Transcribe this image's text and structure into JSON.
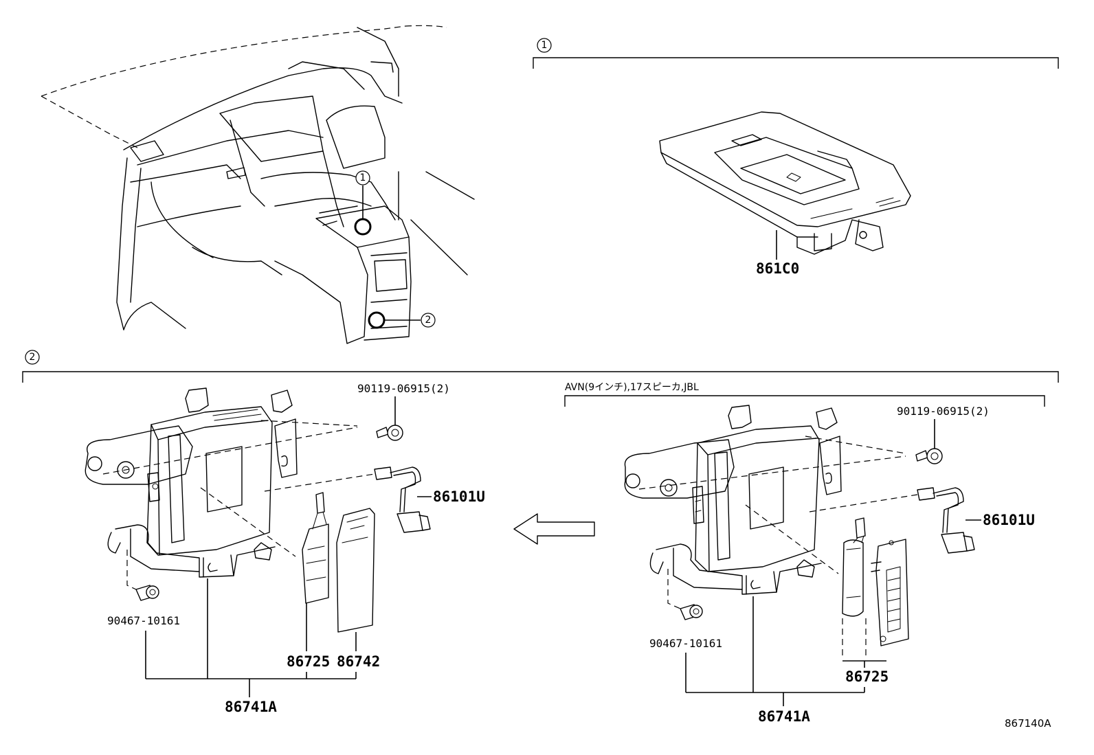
{
  "callouts": {
    "one": "1",
    "two": "2"
  },
  "parts": {
    "cradle": "861C0",
    "bolt_left": "90119-06915(2)",
    "bolt_right": "90119-06915(2)",
    "wire_left": "86101U",
    "wire_right": "86101U",
    "clip_left": "90467-10161",
    "clip_right": "90467-10161",
    "antenna_left": "86725",
    "antenna_right": "86725",
    "cover_left": "86742",
    "assy_left": "86741A",
    "assy_right": "86741A"
  },
  "variant_note": "AVN(9インチ),17スピーカ,JBL",
  "figure_id": "867140A"
}
